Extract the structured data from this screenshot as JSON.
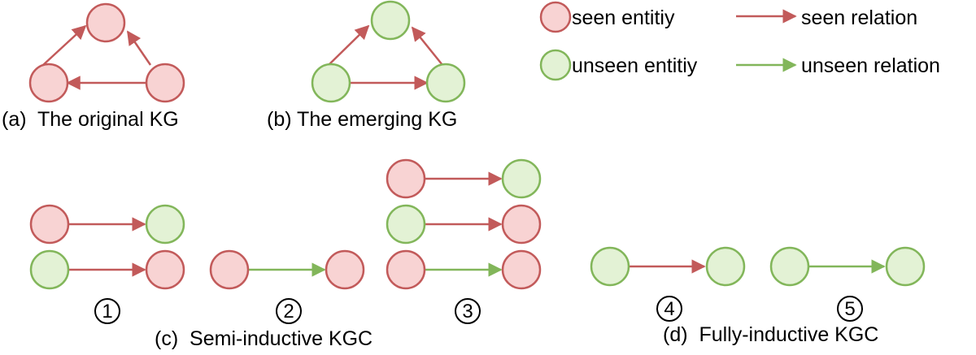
{
  "colors": {
    "seen_fill": "#f8d3d3",
    "seen_stroke": "#c25a5a",
    "unseen_fill": "#e3f2d5",
    "unseen_stroke": "#82b65a",
    "seen_relation": "#c25a5a",
    "unseen_relation": "#82b65a"
  },
  "legend": {
    "seen_entity": "seen entitiy",
    "unseen_entity": "unseen entitiy",
    "seen_relation": "seen relation",
    "unseen_relation": "unseen relation"
  },
  "captions": {
    "a": "(a)  The original KG",
    "b": "(b) The emerging KG",
    "c": "(c)  Semi-inductive KGC",
    "d": "(d)  Fully-inductive KGC"
  },
  "scenario_numbers": [
    "1",
    "2",
    "3",
    "4",
    "5"
  ]
}
